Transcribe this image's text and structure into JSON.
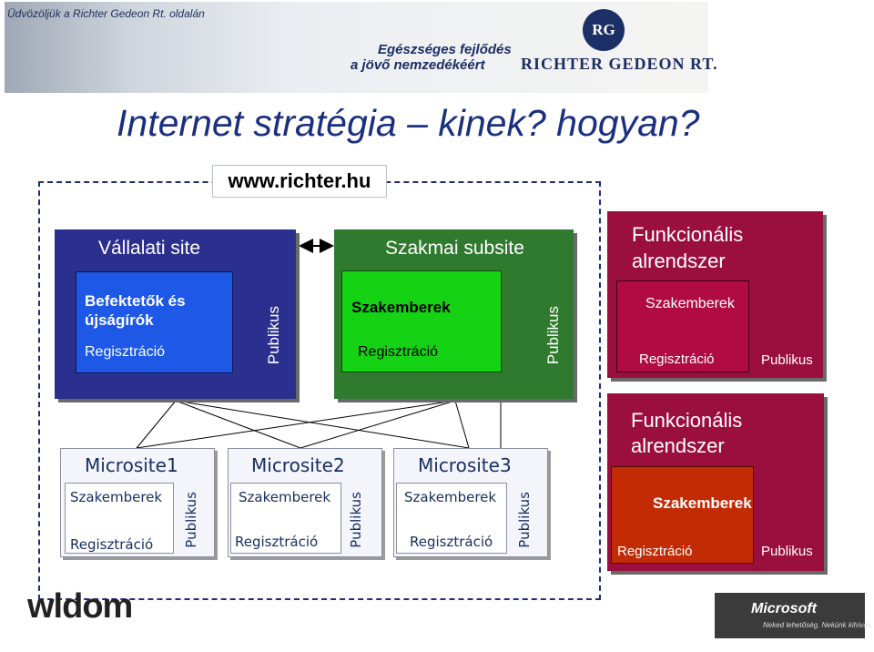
{
  "header": {
    "welcome": "Üdvözöljük a Richter Gedeon Rt. oldalán",
    "slogan_line1": "Egészséges fejlődés",
    "slogan_line2": "a jövő nemzedékéért",
    "company": "RICHTER GEDEON RT.",
    "logo_text": "RG"
  },
  "title": "Internet stratégia – kinek? hogyan?",
  "url": "www.richter.hu",
  "vallalati": {
    "title": "Vállalati site",
    "audience": "Befektetők és újságírók",
    "registration": "Regisztráció",
    "public": "Publikus"
  },
  "szakmai": {
    "title": "Szakmai subsite",
    "audience": "Szakemberek",
    "registration": "Regisztráció",
    "public": "Publikus"
  },
  "funkcionalis_top": {
    "title_line1": "Funkcionális",
    "title_line2": "alrendszer",
    "audience": "Szakemberek",
    "registration": "Regisztráció",
    "public": "Publikus"
  },
  "funkcionalis_bottom": {
    "title_line1": "Funkcionális",
    "title_line2": "alrendszer",
    "audience": "Szakemberek",
    "registration": "Regisztráció",
    "public": "Publikus"
  },
  "microsites": [
    {
      "title": "Microsite1",
      "audience": "Szakemberek",
      "registration": "Regisztráció",
      "public": "Publikus"
    },
    {
      "title": "Microsite2",
      "audience": "Szakemberek",
      "registration": "Regisztráció",
      "public": "Publikus"
    },
    {
      "title": "Microsite3",
      "audience": "Szakemberek",
      "registration": "Regisztráció",
      "public": "Publikus"
    }
  ],
  "footer": {
    "left_logo": "wldom",
    "right_logo": "Microsoft",
    "right_tagline": "Neked lehetőség. Nekünk kihívás."
  }
}
